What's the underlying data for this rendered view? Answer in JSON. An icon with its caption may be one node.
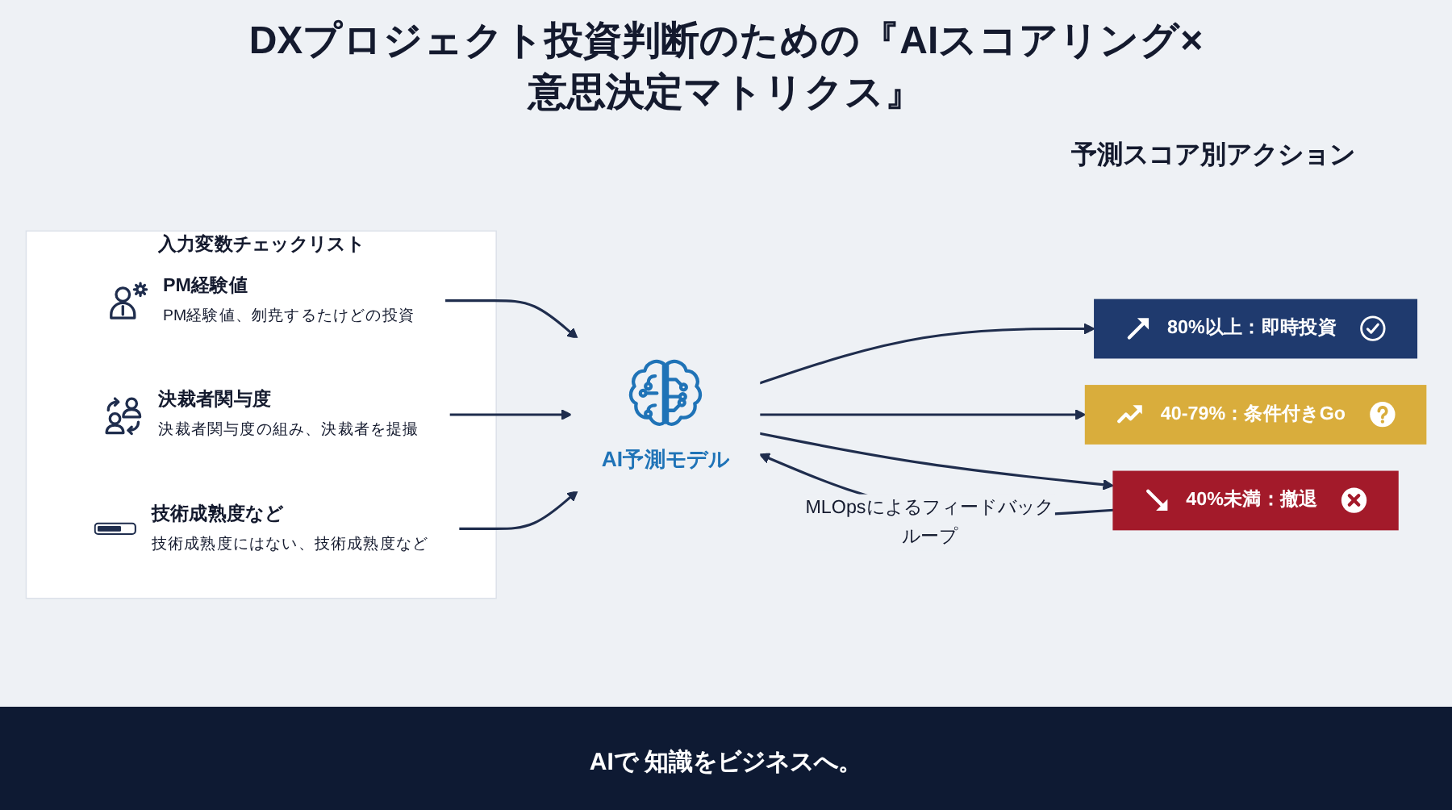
{
  "diagram": {
    "title": "DXプロジェクト投資判断のための『AIスコアリング×意思決定マトリクス』",
    "nodes": [
      {
        "text": [
          "入力変数チェックリスト"
        ]
      },
      {
        "text": [
          "PM経験値",
          "PM経験値、刎尭するたけどの投資"
        ],
        "in": 0
      },
      {
        "text": [
          "決裁者関与度",
          "決裁者関与度の組み、決裁者を提撮"
        ],
        "in": 0
      },
      {
        "text": [
          "技術成熟度など",
          "技術成熟度にはない、技術成熟度など"
        ],
        "in": 0
      },
      {
        "text": [
          "AI予測モデル"
        ]
      },
      {
        "text": [
          "80%以上：即時投資"
        ]
      },
      {
        "text": [
          "40-79%：条件付きGo"
        ]
      },
      {
        "text": [
          "40%未満：撤退"
        ]
      }
    ],
    "edges": [
      {
        "from": 1,
        "to": 4,
        "arrow": "to"
      },
      {
        "from": 2,
        "to": 4,
        "arrow": "to"
      },
      {
        "from": 3,
        "to": 4,
        "arrow": "to"
      },
      {
        "from": 4,
        "to": 5,
        "arrow": "to"
      },
      {
        "from": 4,
        "to": 6,
        "arrow": "to"
      },
      {
        "from": 4,
        "to": 7,
        "arrow": "to"
      },
      {
        "from": 7,
        "to": 4,
        "arrow": "to",
        "label": "MLOpsによるフィードバックループ"
      }
    ],
    "labels": [
      "予測スコア別アクション",
      "AIで 知識をビジネスへ。"
    ]
  }
}
